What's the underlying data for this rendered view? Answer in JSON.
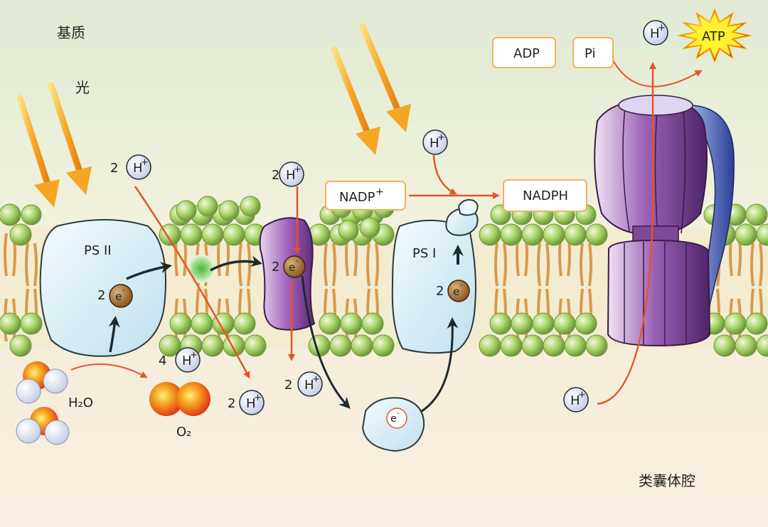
{
  "labels": {
    "stroma": "基质",
    "light": "光",
    "lumen": "类囊体腔",
    "psii": "PS II",
    "psi": "PS I",
    "water": "H₂O",
    "oxygen": "O₂",
    "nadp_plus": "NADP",
    "nadp_sup": "+",
    "nadph": "NADPH",
    "adp": "ADP",
    "pi": "Pi",
    "atp": "ATP",
    "electron": "e",
    "electron_sup": "-",
    "proton": "H",
    "proton_sup": "+",
    "coef_2": "2",
    "coef_4": "4"
  },
  "colors": {
    "light_arrow": "#f5a623",
    "red_arrow": "#e8532a",
    "membrane_head": "#9acb5a",
    "tail": "#d89a4e",
    "photosystem": "#d6ecf4",
    "cytb6f": "#8a4ca0",
    "atp_synthase": "#7c4a96",
    "star": "#fff230"
  }
}
